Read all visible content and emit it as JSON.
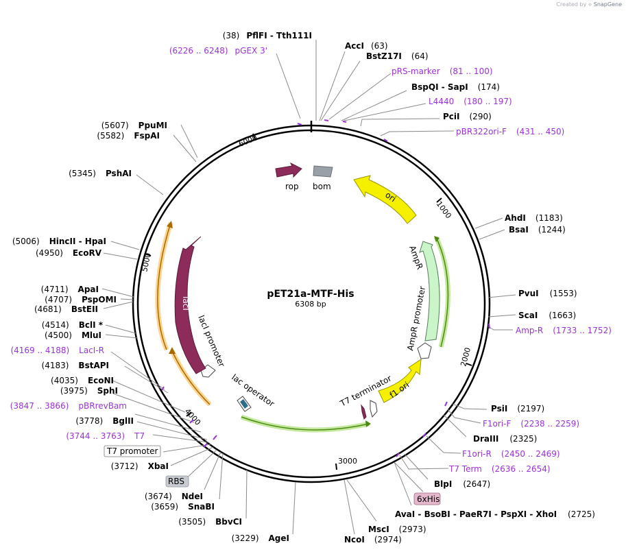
{
  "watermark": {
    "created_by": "Created by",
    "brand": "SnapGene"
  },
  "plasmid": {
    "name": "pET21a-MTF-His",
    "size_label": "6308 bp",
    "length": 6308
  },
  "colors": {
    "primer": "#9b32d6",
    "lacI": "#8d2b5a",
    "rop": "#8d2b5a",
    "bom": "#9aa0a8",
    "ori": "#f4f000",
    "f1_ori": "#f4f000",
    "ampr": "#c9f5c9",
    "promoter_outline": "#ffffff",
    "highlight_green": "#7bc043",
    "highlight_orange": "#f5b540"
  },
  "ruler_ticks": [
    "1000",
    "2000",
    "3000",
    "4000",
    "5000",
    "6000"
  ],
  "features": [
    {
      "label": "rop",
      "icon": "arrow"
    },
    {
      "label": "bom",
      "icon": "box"
    },
    {
      "label": "ori",
      "icon": "arc-arrow"
    },
    {
      "label": "AmpR",
      "icon": "arc-arrow"
    },
    {
      "label": "AmpR promoter",
      "icon": "arc-arrow"
    },
    {
      "label": "f1 ori",
      "icon": "arc-arrow"
    },
    {
      "label": "T7 terminator",
      "icon": "arc-arrow"
    },
    {
      "label": "lac operator",
      "icon": "box"
    },
    {
      "label": "lacI promoter",
      "icon": "arc-arrow"
    },
    {
      "label": "lacI",
      "icon": "arc-arrow"
    }
  ],
  "labels": [
    {
      "pos": "(38)",
      "name": "PflFI - Tth111I"
    },
    {
      "name": "AccI",
      "pos": "(63)"
    },
    {
      "name": "BstZ17I",
      "pos": "(64)"
    },
    {
      "name": "pRS-marker",
      "pos": "(81 .. 100)"
    },
    {
      "name": "BspQI - SapI",
      "pos": "(174)"
    },
    {
      "name": "L4440",
      "pos": "(180 .. 197)"
    },
    {
      "name": "PciI",
      "pos": "(290)"
    },
    {
      "name": "pBR322ori-F",
      "pos": "(431 .. 450)"
    },
    {
      "name": "AhdI",
      "pos": "(1183)"
    },
    {
      "name": "BsaI",
      "pos": "(1244)"
    },
    {
      "name": "PvuI",
      "pos": "(1553)"
    },
    {
      "name": "ScaI",
      "pos": "(1663)"
    },
    {
      "name": "Amp-R",
      "pos": "(1733 .. 1752)"
    },
    {
      "name": "PsiI",
      "pos": "(2197)"
    },
    {
      "name": "F1ori-F",
      "pos": "(2238 .. 2259)"
    },
    {
      "name": "DraIII",
      "pos": "(2325)"
    },
    {
      "name": "F1ori-R",
      "pos": "(2450 .. 2469)"
    },
    {
      "name": "T7 Term",
      "pos": "(2636 .. 2654)"
    },
    {
      "name": "BlpI",
      "pos": "(2647)"
    },
    {
      "name": "6xHis",
      "pos": ""
    },
    {
      "name": "AvaI - BsoBI - PaeR7I - PspXI - XhoI",
      "pos": "(2725)"
    },
    {
      "name": "MscI",
      "pos": "(2973)"
    },
    {
      "name": "NcoI",
      "pos": "(2974)"
    },
    {
      "pos": "(3229)",
      "name": "AgeI"
    },
    {
      "pos": "(3505)",
      "name": "BbvCI"
    },
    {
      "pos": "(3659)",
      "name": "SnaBI"
    },
    {
      "pos": "(3674)",
      "name": "NdeI"
    },
    {
      "pos": "",
      "name": "RBS"
    },
    {
      "pos": "(3712)",
      "name": "XbaI"
    },
    {
      "pos": "",
      "name": "T7 promoter"
    },
    {
      "pos": "(3744 .. 3763)",
      "name": "T7"
    },
    {
      "pos": "(3778)",
      "name": "BglII"
    },
    {
      "pos": "(3847 .. 3866)",
      "name": "pBRrevBam"
    },
    {
      "pos": "(3975)",
      "name": "SphI"
    },
    {
      "pos": "(4035)",
      "name": "EcoNI"
    },
    {
      "pos": "(4183)",
      "name": "BstAPI"
    },
    {
      "pos": "(4169 .. 4188)",
      "name": "LacI-R"
    },
    {
      "pos": "(4500)",
      "name": "MluI"
    },
    {
      "pos": "(4514)",
      "name": "BclI *"
    },
    {
      "pos": "(4681)",
      "name": "BstEII"
    },
    {
      "pos": "(4707)",
      "name": "PspOMI"
    },
    {
      "pos": "(4711)",
      "name": "ApaI"
    },
    {
      "pos": "(4950)",
      "name": "EcoRV"
    },
    {
      "pos": "(5006)",
      "name": "HincII - HpaI"
    },
    {
      "pos": "(5345)",
      "name": "PshAI"
    },
    {
      "pos": "(5582)",
      "name": "FspAI"
    },
    {
      "pos": "(5607)",
      "name": "PpuMI"
    },
    {
      "pos": "(6226 .. 6248)",
      "name": "pGEX 3'"
    }
  ]
}
